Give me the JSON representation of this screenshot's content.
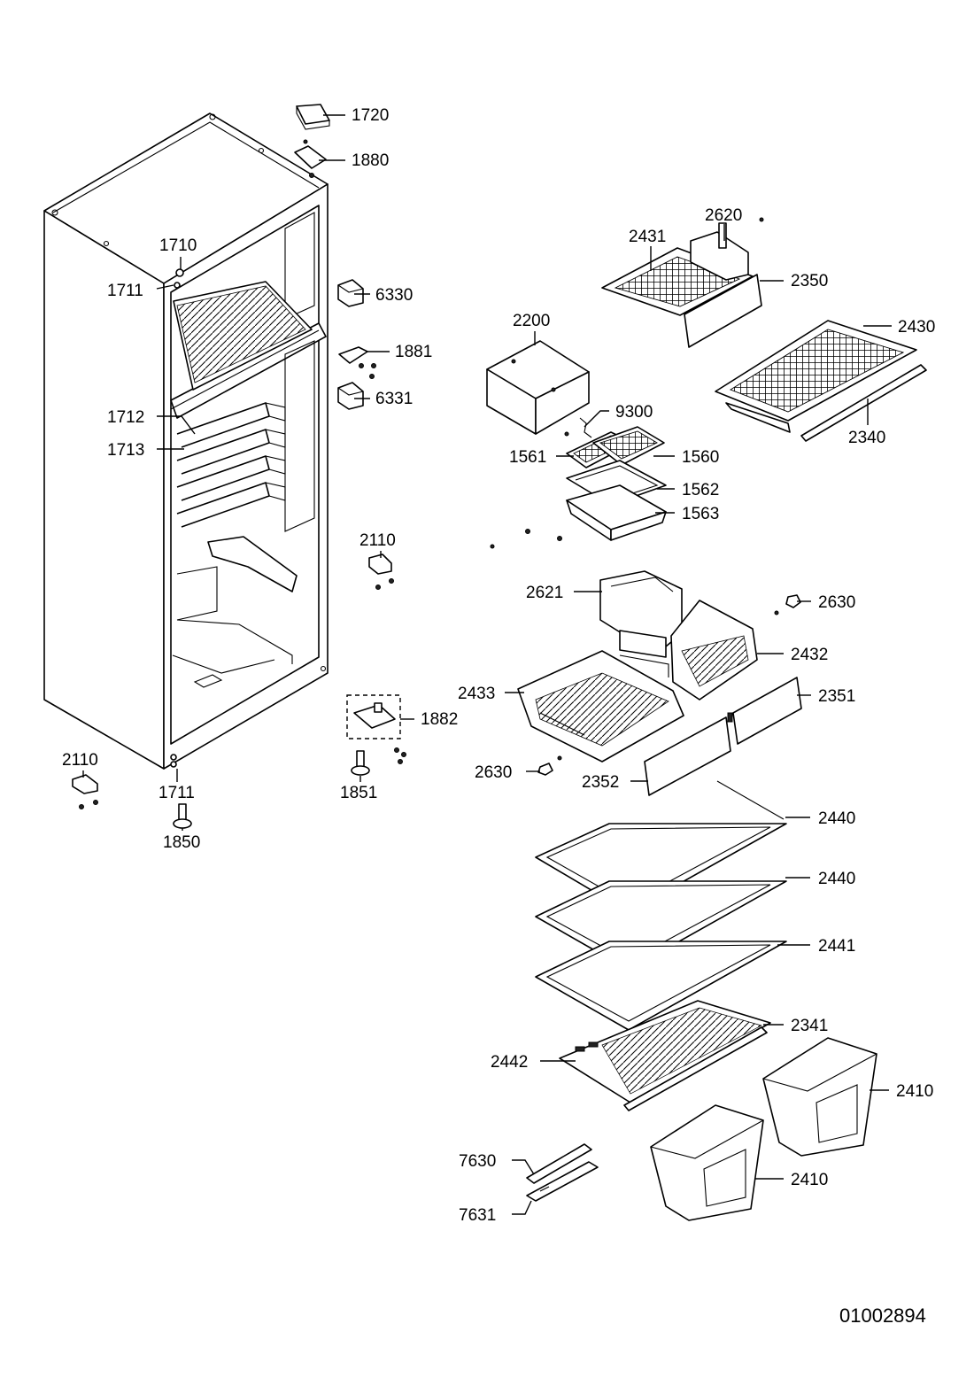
{
  "document_id": "01002894",
  "callouts": [
    {
      "id": "1720",
      "text": "1720"
    },
    {
      "id": "1880",
      "text": "1880"
    },
    {
      "id": "1710",
      "text": "1710"
    },
    {
      "id": "1711-top",
      "text": "1711"
    },
    {
      "id": "6330",
      "text": "6330"
    },
    {
      "id": "1881",
      "text": "1881"
    },
    {
      "id": "6331",
      "text": "6331"
    },
    {
      "id": "1712",
      "text": "1712"
    },
    {
      "id": "1713",
      "text": "1713"
    },
    {
      "id": "2110-right",
      "text": "2110"
    },
    {
      "id": "1882",
      "text": "1882"
    },
    {
      "id": "2110-left",
      "text": "2110"
    },
    {
      "id": "1711-bottom",
      "text": "1711"
    },
    {
      "id": "1850",
      "text": "1850"
    },
    {
      "id": "1851",
      "text": "1851"
    },
    {
      "id": "2620",
      "text": "2620"
    },
    {
      "id": "2431",
      "text": "2431"
    },
    {
      "id": "2350",
      "text": "2350"
    },
    {
      "id": "2430",
      "text": "2430"
    },
    {
      "id": "2200",
      "text": "2200"
    },
    {
      "id": "2340",
      "text": "2340"
    },
    {
      "id": "9300",
      "text": "9300"
    },
    {
      "id": "1561",
      "text": "1561"
    },
    {
      "id": "1560",
      "text": "1560"
    },
    {
      "id": "1562",
      "text": "1562"
    },
    {
      "id": "1563",
      "text": "1563"
    },
    {
      "id": "2621",
      "text": "2621"
    },
    {
      "id": "2630-right",
      "text": "2630"
    },
    {
      "id": "2432",
      "text": "2432"
    },
    {
      "id": "2433",
      "text": "2433"
    },
    {
      "id": "2351",
      "text": "2351"
    },
    {
      "id": "2630-left",
      "text": "2630"
    },
    {
      "id": "2352",
      "text": "2352"
    },
    {
      "id": "2440-top",
      "text": "2440"
    },
    {
      "id": "2440-middle",
      "text": "2440"
    },
    {
      "id": "2441",
      "text": "2441"
    },
    {
      "id": "2341",
      "text": "2341"
    },
    {
      "id": "2442",
      "text": "2442"
    },
    {
      "id": "2410-right",
      "text": "2410"
    },
    {
      "id": "2410-left",
      "text": "2410"
    },
    {
      "id": "7630",
      "text": "7630"
    },
    {
      "id": "7631",
      "text": "7631"
    }
  ]
}
